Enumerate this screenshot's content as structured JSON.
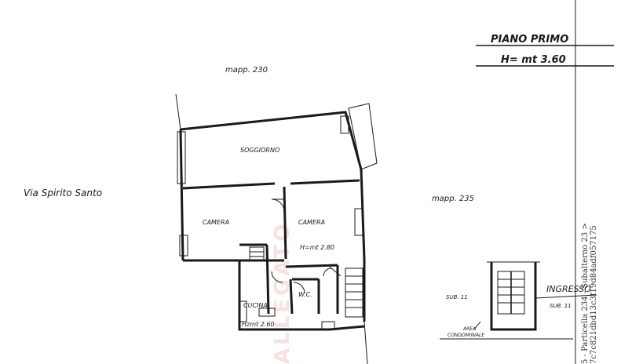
{
  "title": {
    "line1": "PIANO PRIMO",
    "line2": "H= mt 3.60"
  },
  "labels": {
    "mapp_top": "mapp. 230",
    "mapp_right": "mapp. 235",
    "street": "Via Spirito Santo",
    "soggiorno": "SOGGIORNO",
    "camera_left": "CAMERA",
    "camera_right": "CAMERA",
    "camera_height": "H=mt 2.80",
    "cucina": "CUCINA",
    "cucina_height": "Hzmt 2.60",
    "wc": "W.C.",
    "ingresso": "INGRESSO",
    "sub11": "SUB. 11",
    "sub_right": "SUB. 11",
    "area_line1": "AREA",
    "area_line2": "CONDOMINIALE"
  },
  "stamp": {
    "line1": "5 - Particella 234 - Subalterno 23 >",
    "line2": "7c7c821dbd13c3f19d84adf057175"
  },
  "watermark": "ALLEGATO"
}
